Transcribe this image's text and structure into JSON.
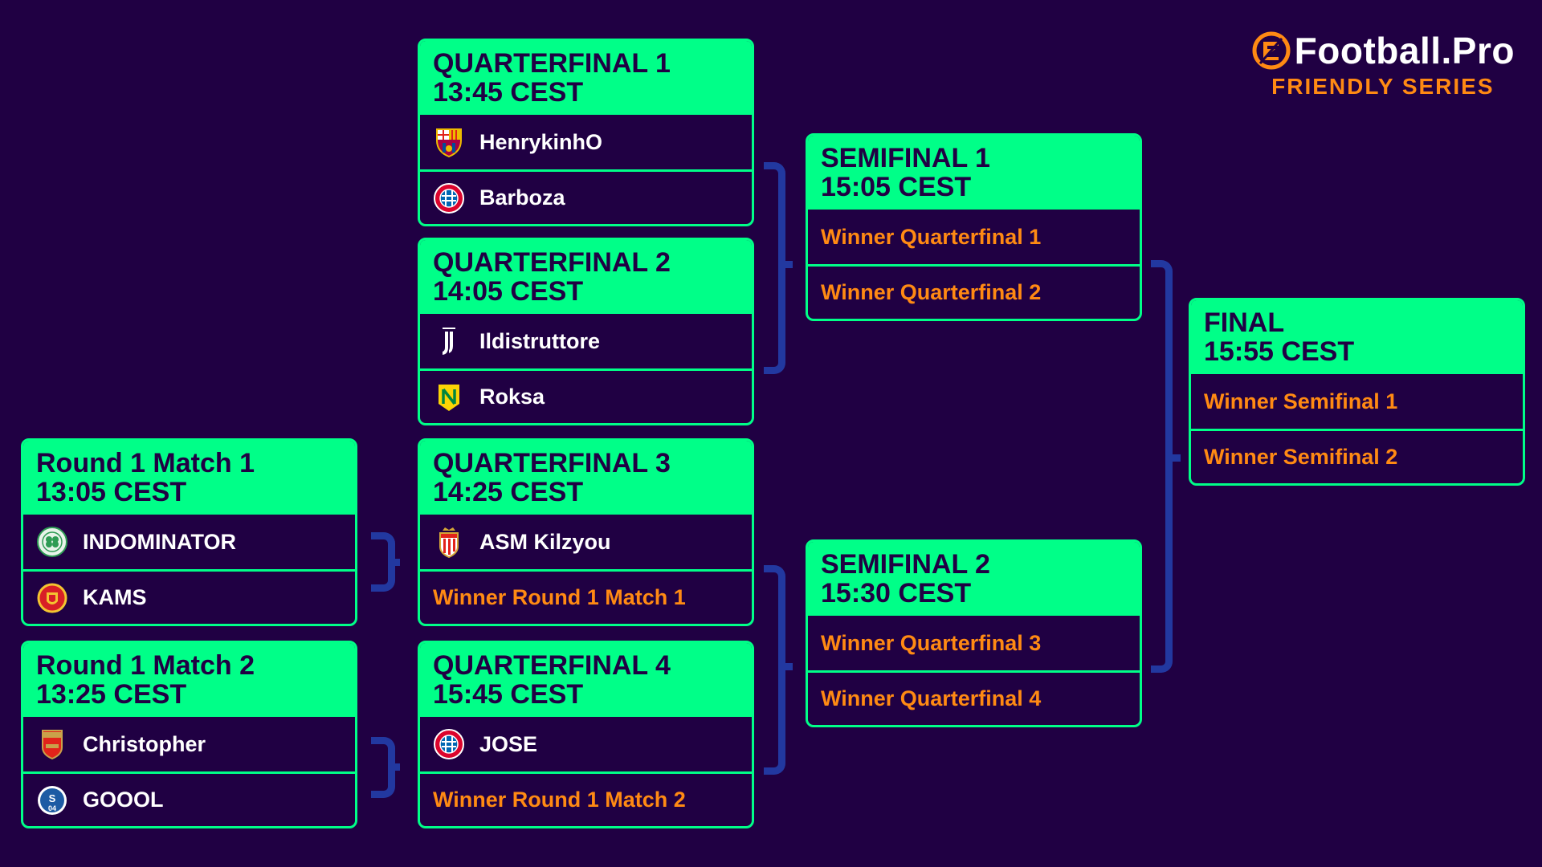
{
  "brand": {
    "name": "eFootball.Pro",
    "logo_text": "Football.Pro",
    "subtitle": "FRIENDLY SERIES",
    "logo_icon": "efootball-e-icon",
    "colors": {
      "background": "#200043",
      "accent": "#00ff88",
      "placeholder": "#ff8a13",
      "connector": "#2238a0",
      "white": "#ffffff"
    }
  },
  "matches": {
    "r1m1": {
      "title": "Round 1 Match 1",
      "time": "13:05 CEST",
      "players": [
        {
          "name": "INDOMINATOR",
          "crest": "celtic-crest-icon",
          "placeholder": false
        },
        {
          "name": "KAMS",
          "crest": "manchester-united-crest-icon",
          "placeholder": false
        }
      ]
    },
    "r1m2": {
      "title": "Round 1 Match 2",
      "time": "13:25 CEST",
      "players": [
        {
          "name": "Christopher",
          "crest": "arsenal-crest-icon",
          "placeholder": false
        },
        {
          "name": "GOOOL",
          "crest": "schalke-crest-icon",
          "placeholder": false
        }
      ]
    },
    "qf1": {
      "title": "QUARTERFINAL 1",
      "time": "13:45 CEST",
      "players": [
        {
          "name": "HenrykinhO",
          "crest": "barcelona-crest-icon",
          "placeholder": false
        },
        {
          "name": "Barboza",
          "crest": "bayern-crest-icon",
          "placeholder": false
        }
      ]
    },
    "qf2": {
      "title": "QUARTERFINAL 2",
      "time": "14:05 CEST",
      "players": [
        {
          "name": "Ildistruttore",
          "crest": "juventus-crest-icon",
          "placeholder": false
        },
        {
          "name": "Roksa",
          "crest": "nantes-crest-icon",
          "placeholder": false
        }
      ]
    },
    "qf3": {
      "title": "QUARTERFINAL 3",
      "time": "14:25 CEST",
      "players": [
        {
          "name": "ASM Kilzyou",
          "crest": "monaco-crest-icon",
          "placeholder": false
        },
        {
          "name": "Winner Round 1 Match 1",
          "placeholder": true
        }
      ]
    },
    "qf4": {
      "title": "QUARTERFINAL 4",
      "time": "15:45 CEST",
      "players": [
        {
          "name": "JOSE",
          "crest": "bayern-crest-icon",
          "placeholder": false
        },
        {
          "name": "Winner Round 1 Match 2",
          "placeholder": true
        }
      ]
    },
    "sf1": {
      "title": "SEMIFINAL 1",
      "time": "15:05 CEST",
      "players": [
        {
          "name": "Winner Quarterfinal 1",
          "placeholder": true
        },
        {
          "name": "Winner Quarterfinal 2",
          "placeholder": true
        }
      ]
    },
    "sf2": {
      "title": "SEMIFINAL 2",
      "time": "15:30 CEST",
      "players": [
        {
          "name": "Winner Quarterfinal 3",
          "placeholder": true
        },
        {
          "name": "Winner Quarterfinal 4",
          "placeholder": true
        }
      ]
    },
    "final": {
      "title": "FINAL",
      "time": "15:55 CEST",
      "players": [
        {
          "name": "Winner Semifinal 1",
          "placeholder": true
        },
        {
          "name": "Winner Semifinal 2",
          "placeholder": true
        }
      ]
    }
  }
}
